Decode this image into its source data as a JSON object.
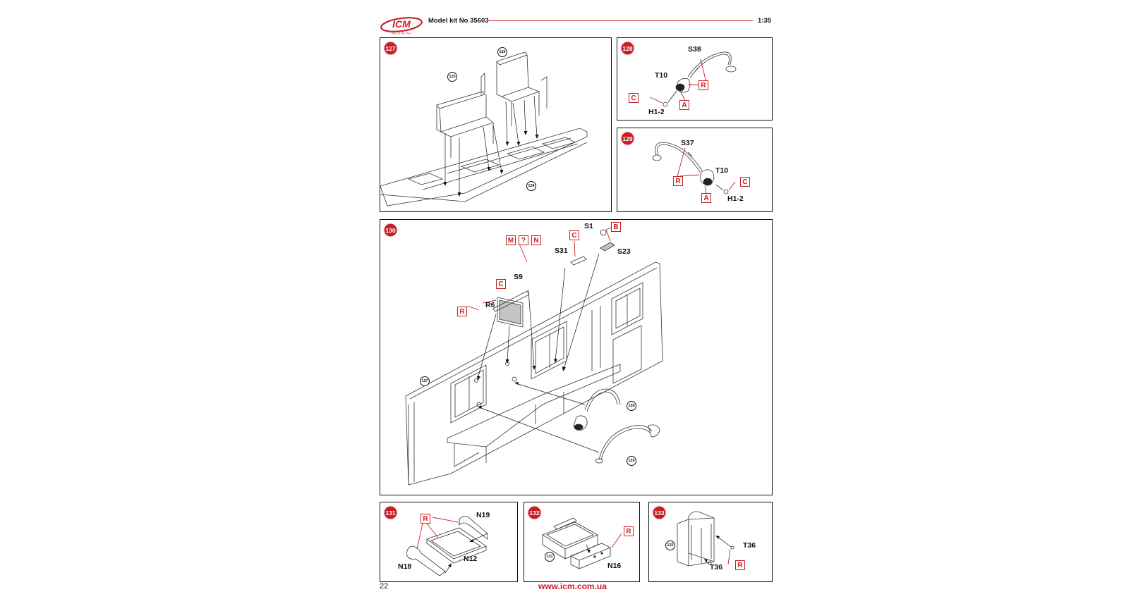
{
  "header": {
    "logo_text": "ICM",
    "logo_tagline": "Way in the Past",
    "title": "Model kit No 35603",
    "scale": "1:35"
  },
  "colors": {
    "accent": "#c81f27",
    "line": "#111111"
  },
  "steps": {
    "s127": {
      "number": "127",
      "refs": [
        "125",
        "126",
        "124"
      ]
    },
    "s128": {
      "number": "128",
      "parts": [
        "S38",
        "T10",
        "H1-2"
      ],
      "tags": [
        "R",
        "C",
        "A"
      ]
    },
    "s129": {
      "number": "129",
      "parts": [
        "S37",
        "T10",
        "H1-2"
      ],
      "tags": [
        "R",
        "A",
        "C"
      ]
    },
    "s130": {
      "number": "130",
      "parts": [
        "S1",
        "S23",
        "S31",
        "S9",
        "R6"
      ],
      "tags": [
        "B",
        "C",
        "M",
        "?",
        "N",
        "C",
        "R"
      ],
      "refs": [
        "127",
        "128",
        "129"
      ]
    },
    "s131": {
      "number": "131",
      "parts": [
        "N19",
        "N12",
        "N18"
      ],
      "tags": [
        "R"
      ]
    },
    "s132": {
      "number": "132",
      "parts": [
        "N16"
      ],
      "tags": [
        "R"
      ],
      "refs": [
        "131"
      ]
    },
    "s133": {
      "number": "133",
      "parts": [
        "T36",
        "T36"
      ],
      "tags": [
        "R"
      ],
      "refs": [
        "132"
      ]
    }
  },
  "footer": {
    "page_number": "22",
    "website": "www.icm.com.ua"
  }
}
